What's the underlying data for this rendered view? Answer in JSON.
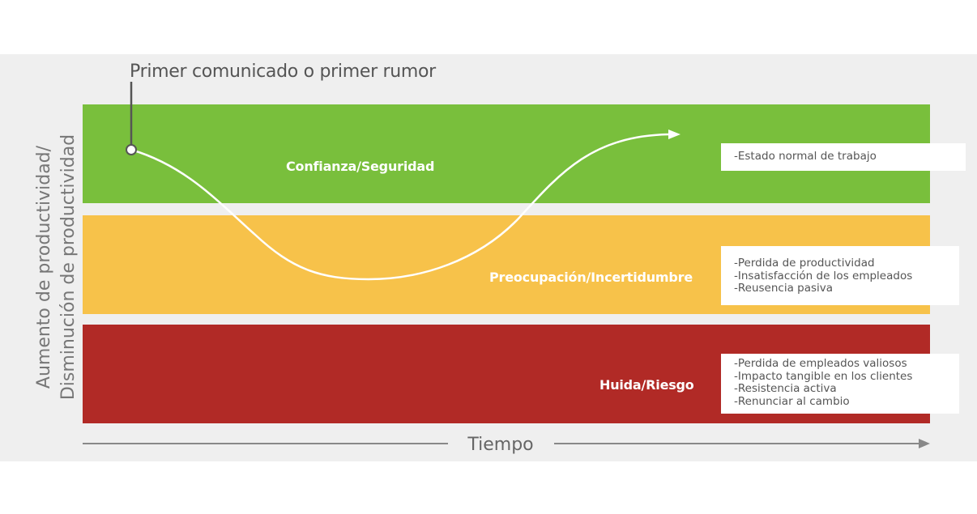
{
  "callout": {
    "title": "Primer comunicado o primer rumor"
  },
  "y_axis": {
    "line1": "Aumento de productividad/",
    "line2": "Disminución de productividad"
  },
  "x_axis": {
    "label": "Tiempo"
  },
  "bands": [
    {
      "label": "Confianza/Seguridad",
      "color": "#79bf3c",
      "notes": [
        "-Estado normal de trabajo"
      ]
    },
    {
      "label": "Preocupación/Incertidumbre",
      "color": "#f7c24a",
      "notes": [
        "-Perdida de productividad",
        "-Insatisfacción de los empleados",
        "-Reusencia pasiva"
      ]
    },
    {
      "label": "Huida/Riesgo",
      "color": "#b12a26",
      "notes": [
        "-Perdida de empleados valiosos",
        "-Impacto tangible en los clientes",
        "-Resistencia activa",
        "-Renunciar al cambio"
      ]
    }
  ]
}
